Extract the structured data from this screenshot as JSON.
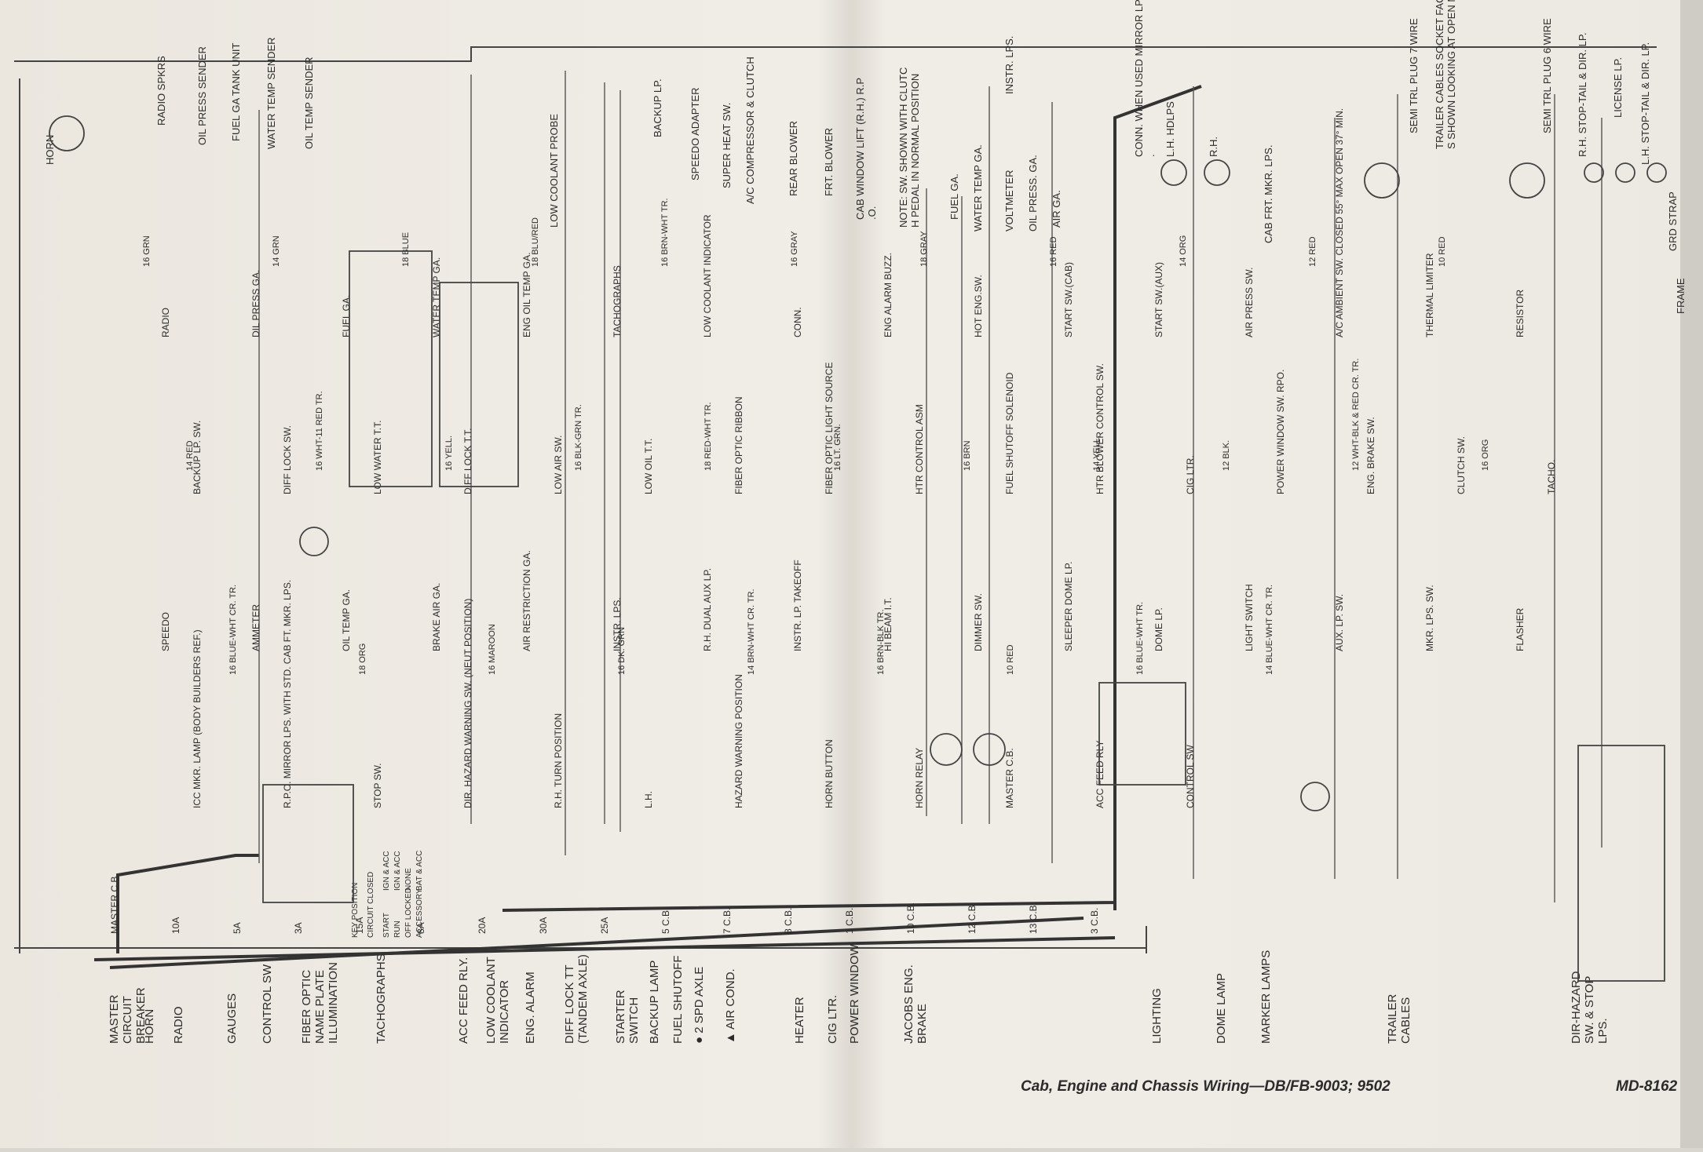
{
  "footer": {
    "title": "Cab, Engine and Chassis Wiring—DB/FB-9003; 9502",
    "code": "MD-8162"
  },
  "circuit_labels": [
    "MASTER CIRCUIT BREAKER",
    "HORN",
    "RADIO",
    "GAUGES",
    "CONTROL SW",
    "FIBER OPTIC NAME PLATE ILLUMINATION",
    "TACHOGRAPHS",
    "ACC FEED RLY.",
    "LOW COOLANT INDICATOR",
    "ENG. ALARM",
    "DIFF LOCK TT (TANDEM AXLE)",
    "STARTER SWITCH",
    "BACKUP LAMP",
    "FUEL SHUTOFF",
    "● 2 SPD AXLE",
    "▲ AIR COND.",
    "HEATER",
    "CIG LTR.",
    "POWER WINDOW",
    "JACOBS ENG. BRAKE",
    "LIGHTING",
    "DOME LAMP",
    "MARKER LAMPS",
    "TRAILER CABLES",
    "DIR-HAZARD SW. & STOP LPS."
  ],
  "top_components": [
    "HORN",
    "RADIO SPKRS",
    "OIL PRESS SENDER",
    "FUEL GA TANK UNIT",
    "WATER TEMP SENDER",
    "OIL TEMP SENDER",
    "LOW COOLANT PROBE",
    "BACKUP LP.",
    "SPEEDO ADAPTER",
    "SUPER HEAT SW.",
    "A/C COMPRESSOR & CLUTCH",
    "REAR BLOWER",
    "FRT. BLOWER",
    "CAB WINDOW LIFT (R.H.) R.P.O.",
    "NOTE: SW. SHOWN WITH CLUTCH PEDAL IN NORMAL POSITION",
    "FUEL GA.",
    "WATER TEMP GA.",
    "VOLTMETER",
    "OIL PRESS. GA.",
    "AIR GA.",
    "INSTR. LPS.",
    "CONN. WHEN USED MIRROR LPS.",
    "L.H. HDLPS",
    "R.H.",
    "CAB FRT. MKR. LPS.",
    "TRAILER CABLES SOCKET FACES SHOWN LOOKING AT OPEN MATING END",
    "SEMI TRL PLUG 7 WIRE",
    "SEMI TRL PLUG 6 WIRE",
    "R.H. STOP-TAIL & DIR. LP.",
    "LICENSE LP.",
    "L.H. STOP-TAIL & DIR. LP.",
    "GRD STRAP",
    "FRAME"
  ],
  "mid_components": [
    "RADIO",
    "DIL PRESS GA.",
    "FUEL GA.",
    "WATER TEMP GA.",
    "ENG OIL TEMP GA.",
    "TACHOGRAPHS",
    "LOW COOLANT INDICATOR",
    "CONN.",
    "ENG ALARM BUZZ.",
    "HOT ENG.SW.",
    "START SW.(CAB)",
    "START SW.(AUX)",
    "AIR PRESS SW.",
    "A/C AMBIENT SW. CLOSED 55° MAX OPEN 37° MIN.",
    "THERMAL LIMITER",
    "RESISTOR",
    "BACKUP LP. SW.",
    "DIFF LOCK SW.",
    "LOW WATER T.T.",
    "DIFF LOCK T.T.",
    "LOW AIR SW.",
    "LOW OIL T.T.",
    "FIBER OPTIC RIBBON",
    "FIBER OPTIC LIGHT SOURCE",
    "HTR CONTROL ASM",
    "FUEL SHUTOFF SOLENOID",
    "HTR BLOWER CONTROL SW.",
    "CIG LTR.",
    "POWER WINDOW SW. RPO.",
    "ENG. BRAKE SW.",
    "CLUTCH SW.",
    "TACHO.",
    "SPEEDO",
    "AMMETER",
    "OIL TEMP GA.",
    "BRAKE AIR GA.",
    "AIR RESTRICTION GA.",
    "INSTR. LPS.",
    "R.H. DUAL AUX LP.",
    "INSTR. LP. TAKEOFF",
    "HI BEAM I.T.",
    "DIMMER SW.",
    "SLEEPER DOME LP.",
    "DOME LP.",
    "LIGHT SWITCH",
    "AUX. LP. SW.",
    "MKR. LPS. SW.",
    "FLASHER",
    "ICC MKR. LAMP (BODY BUILDERS REF.)",
    "R.P.O. MIRROR LPS. WITH STD. CAB FT. MKR. LPS.",
    "STOP SW.",
    "DIR. HAZARD WARNING SW. (NEUT POSITION)",
    "R.H. TURN POSITION",
    "L.H.",
    "HAZARD WARNING POSITION",
    "HORN BUTTON",
    "HORN RELAY",
    "MASTER C.B.",
    "ACC FEED RLY",
    "CONTROL SW"
  ],
  "wire_codes": [
    "16 GRN",
    "14 GRN",
    "18 BLUE",
    "18 BLU/RED",
    "16 BRN-WHT TR.",
    "16 GRAY",
    "18 GRAY",
    "16 RED",
    "14 ORG",
    "12 RED",
    "10 RED",
    "14 RED",
    "16 WHT-11 RED TR.",
    "16 YELL.",
    "16 BLK-GRN TR.",
    "18 RED-WHT TR.",
    "16 LT. GRN.",
    "16 BRN",
    "14 YELL.",
    "12 BLK.",
    "12 WHT-BLK & RED CR. TR.",
    "16 ORG",
    "16 BLUE-WHT CR. TR.",
    "18 ORG",
    "16 MAROON",
    "16 DK. GRN",
    "14 BRN-WHT CR. TR.",
    "16 BRN-BLK TR.",
    "10 RED",
    "16 BLUE-WHT TR.",
    "14 BLUE-WHT CR. TR."
  ],
  "fuses": [
    "MASTER C.B.",
    "10A",
    "5A",
    "3A",
    "15A",
    "8A",
    "20A",
    "30A",
    "25A",
    "5 C.B.",
    "7 C.B.",
    "8 C.B.",
    "1 C.B.",
    "10 C.B.",
    "12 C.B.",
    "13 C.B.",
    "3 C.B."
  ],
  "control_sw_table": {
    "headers": [
      "KEY POSITION",
      "CIRCUIT CLOSED"
    ],
    "rows": [
      [
        "START",
        "IGN & ACC"
      ],
      [
        "RUN",
        "IGN & ACC"
      ],
      [
        "OFF LOCKED",
        "NONE"
      ],
      [
        "ACCESSORY",
        "BAT & ACC"
      ]
    ]
  }
}
